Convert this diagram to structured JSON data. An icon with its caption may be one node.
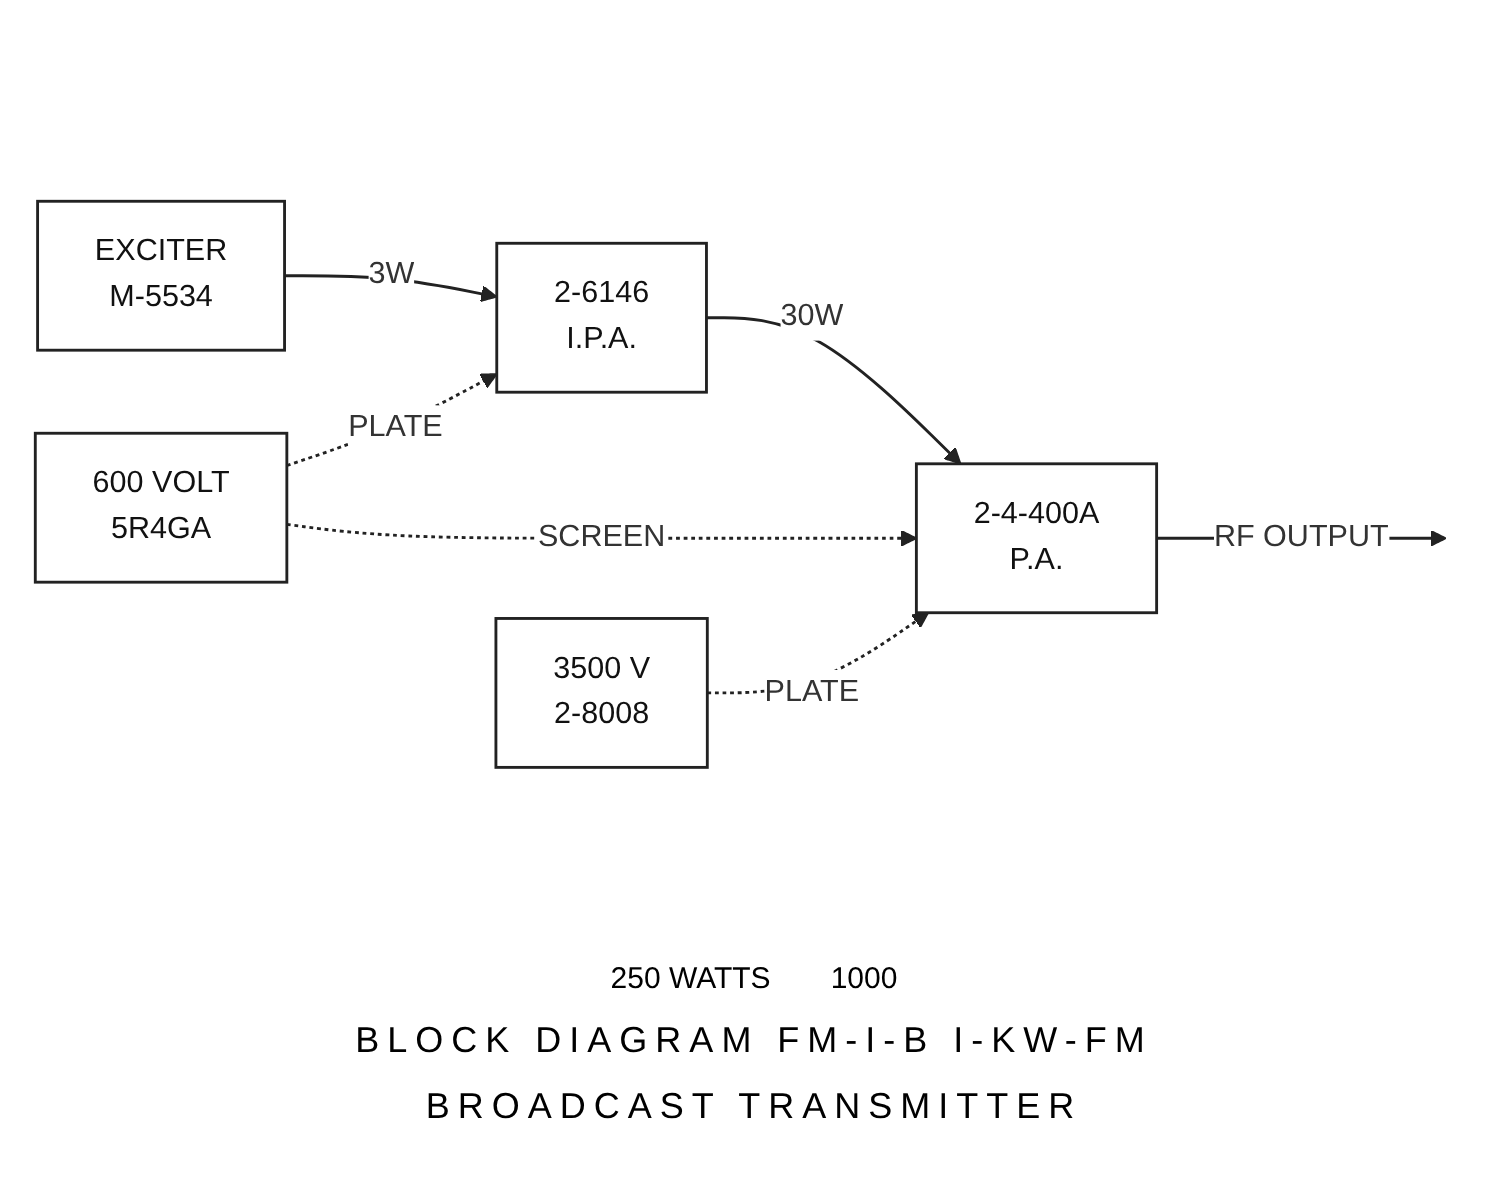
{
  "diagram": {
    "caption": "BLOCK DIAGRAM FM-I-B I-KW-FM BROADCAST TRANSMITTER",
    "nodes": [
      {
        "text": [
          "EXCITER",
          "M-5534"
        ]
      },
      {
        "text": [
          "2-6146",
          "I.P.A."
        ]
      },
      {
        "text": [
          "2-4-400A",
          "P.A."
        ]
      },
      {
        "text": [
          "600 VOLT",
          "5R4GA"
        ]
      },
      {
        "text": [
          "3500 V",
          "2-8008"
        ]
      }
    ],
    "edges": [
      {
        "from": 0,
        "to": 1,
        "arrow": "to",
        "label": "3W"
      },
      {
        "from": 1,
        "to": 2,
        "arrow": "to",
        "label": "30W"
      },
      {
        "from": 2,
        "to": null,
        "arrow": "to",
        "label": "RF OUTPUT"
      },
      {
        "from": 3,
        "to": 1,
        "arrow": "to",
        "label": "PLATE",
        "style": "dashed"
      },
      {
        "from": 3,
        "to": 2,
        "arrow": "to",
        "label": "SCREEN",
        "style": "dashed"
      },
      {
        "from": 4,
        "to": 2,
        "arrow": "to",
        "label": "PLATE",
        "style": "dashed"
      }
    ],
    "labels": [
      "250 WATTS",
      "1000"
    ]
  }
}
